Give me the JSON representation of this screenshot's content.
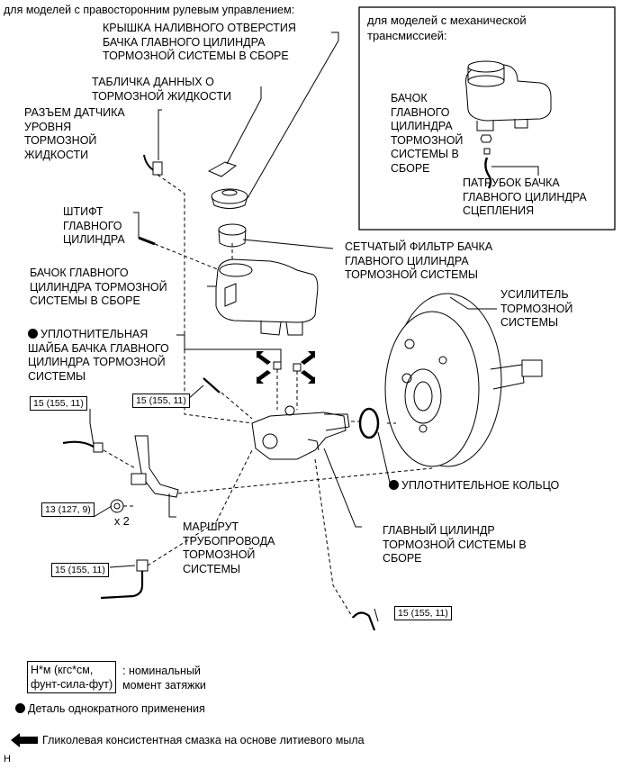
{
  "header": {
    "rhd_title": "для моделей с правосторонним рулевым управлением:",
    "inset_title": [
      "для моделей с механической",
      "трансмиссией:"
    ]
  },
  "labels": {
    "cap": [
      "КРЫШКА НАЛИВНОГО ОТВЕРСТИЯ",
      "БАЧКА ГЛАВНОГО ЦИЛИНДРА",
      "ТОРМОЗНОЙ СИСТЕМЫ В СБОРЕ"
    ],
    "plate": [
      "ТАБЛИЧКА ДАННЫХ О",
      "ТОРМОЗНОЙ ЖИДКОСТИ"
    ],
    "sensor": [
      "РАЗЪЕМ ДАТЧИКА",
      "УРОВНЯ",
      "ТОРМОЗНОЙ",
      "ЖИДКОСТИ"
    ],
    "pin": [
      "ШТИФТ",
      "ГЛАВНОГО",
      "ЦИЛИНДРА"
    ],
    "strainer": [
      "СЕТЧАТЫЙ ФИЛЬТР БАЧКА",
      "ГЛАВНОГО ЦИЛИНДРА",
      "ТОРМОЗНОЙ СИСТЕМЫ"
    ],
    "reservoir": [
      "БАЧОК ГЛАВНОГО",
      "ЦИЛИНДРА ТОРМОЗНОЙ",
      "СИСТЕМЫ В СБОРЕ"
    ],
    "grommet": [
      "УПЛОТНИТЕЛЬНАЯ",
      "ШАЙБА БАЧКА ГЛАВНОГО",
      "ЦИЛИНДРА ТОРМОЗНОЙ",
      "СИСТЕМЫ"
    ],
    "booster": [
      "УСИЛИТЕЛЬ",
      "ТОРМОЗНОЙ",
      "СИСТЕМЫ"
    ],
    "oring": "УПЛОТНИТЕЛЬНОЕ КОЛЬЦО",
    "master": [
      "ГЛАВНЫЙ ЦИЛИНДР",
      "ТОРМОЗНОЙ СИСТЕМЫ В",
      "СБОРЕ"
    ],
    "route": [
      "МАРШРУТ",
      "ТРУБОПРОВОДА",
      "ТОРМОЗНОЙ",
      "СИСТЕМЫ"
    ],
    "inset_reservoir": [
      "БАЧОК",
      "ГЛАВНОГО",
      "ЦИЛИНДРА",
      "ТОРМОЗНОЙ",
      "СИСТЕМЫ В",
      "СБОРЕ"
    ],
    "inset_hose": [
      "ПАТРУБОК БАЧКА",
      "ГЛАВНОГО ЦИЛИНДРА",
      "СЦЕПЛЕНИЯ"
    ],
    "qty": "x 2"
  },
  "torques": {
    "t1": "15 (155, 11)",
    "t2": "15 (155, 11)",
    "t3": "13 (127, 9)",
    "t4": "15 (155, 11)",
    "t5": "15 (155, 11)"
  },
  "legend": {
    "box": [
      "Н*м (кгс*см,",
      "фунт-сила-фут)"
    ],
    "torque_desc": [
      ": номинальный",
      "момент затяжки"
    ],
    "one_time": "Деталь однократного применения",
    "grease": "Гликолевая консистентная смазка на основе литиевого мыла"
  },
  "footer": {
    "code": "H"
  }
}
